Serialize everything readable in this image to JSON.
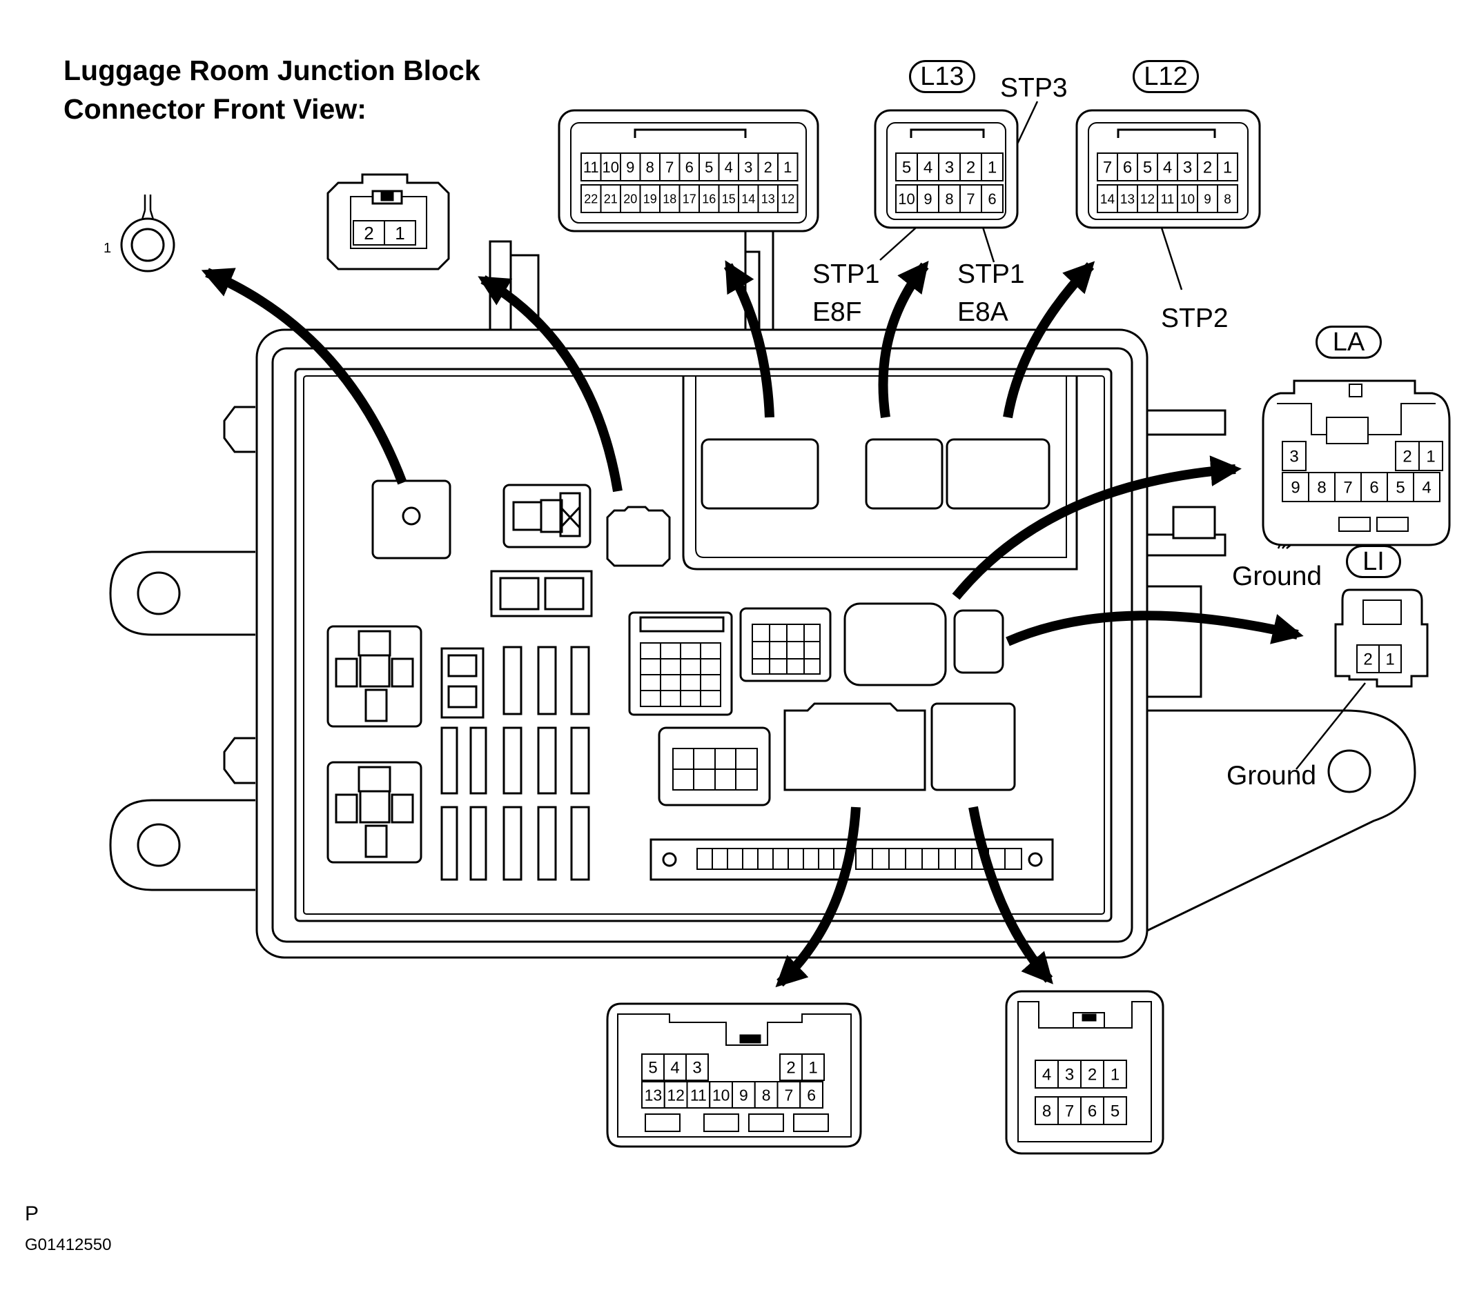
{
  "title": {
    "line1": "Luggage Room Junction Block",
    "line2": "Connector Front View:"
  },
  "connectors": {
    "terminal_single": {
      "pins": [
        "1"
      ]
    },
    "two_pin_top": {
      "pins": [
        "2",
        "1"
      ]
    },
    "top_22": {
      "row1": [
        "11",
        "10",
        "9",
        "8",
        "7",
        "6",
        "5",
        "4",
        "3",
        "2",
        "1"
      ],
      "row2": [
        "22",
        "21",
        "20",
        "19",
        "18",
        "17",
        "16",
        "15",
        "14",
        "13",
        "12"
      ]
    },
    "l13": {
      "code": "L13",
      "row1": [
        "5",
        "4",
        "3",
        "2",
        "1"
      ],
      "row2": [
        "10",
        "9",
        "8",
        "7",
        "6"
      ]
    },
    "l12": {
      "code": "L12",
      "row1": [
        "7",
        "6",
        "5",
        "4",
        "3",
        "2",
        "1"
      ],
      "row2": [
        "14",
        "13",
        "12",
        "11",
        "10",
        "9",
        "8"
      ]
    },
    "la": {
      "code": "LA",
      "row1": [
        "3",
        "2",
        "1"
      ],
      "row2": [
        "9",
        "8",
        "7",
        "6",
        "5",
        "4"
      ]
    },
    "li": {
      "code": "LI",
      "pins": [
        "2",
        "1"
      ]
    },
    "bottom_13": {
      "row1": [
        "5",
        "4",
        "3",
        "2",
        "1"
      ],
      "row2": [
        "13",
        "12",
        "11",
        "10",
        "9",
        "8",
        "7",
        "6"
      ]
    },
    "bottom_8": {
      "row1": [
        "4",
        "3",
        "2",
        "1"
      ],
      "row2": [
        "8",
        "7",
        "6",
        "5"
      ]
    }
  },
  "callouts": {
    "stp3": "STP3",
    "stp1_a": "STP1",
    "e8f": "E8F",
    "stp1_b": "STP1",
    "e8a": "E8A",
    "stp2": "STP2",
    "ground_la": "Ground",
    "ground_li": "Ground"
  },
  "footer": {
    "p": "P",
    "code": "G01412550"
  }
}
